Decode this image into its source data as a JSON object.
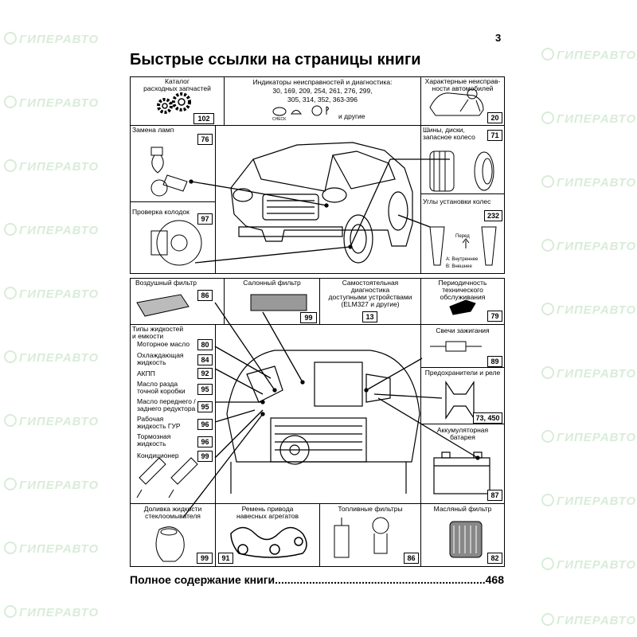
{
  "page_number": "3",
  "title": "Быстрые ссылки на страницы книги",
  "watermark": "ГИПЕРАВТО",
  "top_row": {
    "catalog": {
      "label": "Каталог\nрасходных запчастей",
      "page": "102"
    },
    "indicators": {
      "label": "Индикаторы неисправностей и диагностика:\n30, 169, 209, 254, 261, 276, 299,\n305, 314, 352, 363-396",
      "icon_text": "CHECK",
      "others": "и другие"
    },
    "features": {
      "label": "Характерные неисправ-\nности автомобилей",
      "page": "20"
    }
  },
  "lamps": {
    "label": "Замена ламп",
    "page": "76"
  },
  "brakes": {
    "label": "Проверка колодок",
    "page": "97"
  },
  "tires": {
    "label": "Шины, диски,\nзапасное колесо",
    "page": "71"
  },
  "alignment": {
    "label": "Углы установки колес",
    "page": "232",
    "front": "Перед",
    "inner": "А: Внутреннее",
    "outer": "В: Внешнее"
  },
  "middle_row": {
    "air_filter": {
      "label": "Воздушный фильтр",
      "page": "86"
    },
    "cabin_filter": {
      "label": "Салонный фильтр",
      "page": "99"
    },
    "diagnostics": {
      "label": "Самостоятельная\nдиагностика\nдоступными устройствами\n(ELM327 и другие)",
      "page": "13"
    },
    "maintenance": {
      "label": "Периодичность\nтехнического\nобслуживания",
      "page": "79"
    }
  },
  "fluids": {
    "title": "Типы жидкостей\nи емкости",
    "items": [
      {
        "label": "Моторное масло",
        "page": "80"
      },
      {
        "label": "Охлаждающая\nжидкость",
        "page": "84"
      },
      {
        "label": "АКПП",
        "page": "92"
      },
      {
        "label": "Масло разда\nточной коробки",
        "page": "95"
      },
      {
        "label": "Масло переднего /\nзаднего редуктора",
        "page": "95"
      },
      {
        "label": "Рабочая\nжидкость ГУР",
        "page": "96"
      },
      {
        "label": "Тормозная\nжидкость",
        "page": "96"
      },
      {
        "label": "Кондиционер",
        "page": "99"
      }
    ]
  },
  "spark_plugs": {
    "label": "Свечи зажигания",
    "page": "89"
  },
  "fuses": {
    "label": "Предохранители и реле",
    "page": "73, 450"
  },
  "battery": {
    "label": "Аккумуляторная\nбатарея",
    "page": "87"
  },
  "bottom_row": {
    "washer": {
      "label": "Доливка жидкости\nстеклоомывателя",
      "page": "99"
    },
    "belt": {
      "label": "Ремень привода\nнавесных агрегатов",
      "page": "91"
    },
    "fuel_filters": {
      "label": "Топливные фильтры",
      "page": "86"
    },
    "oil_filter": {
      "label": "Масляный фильтр",
      "page": "82"
    }
  },
  "toc": {
    "label": "Полное содержание книги",
    "page": "468"
  }
}
